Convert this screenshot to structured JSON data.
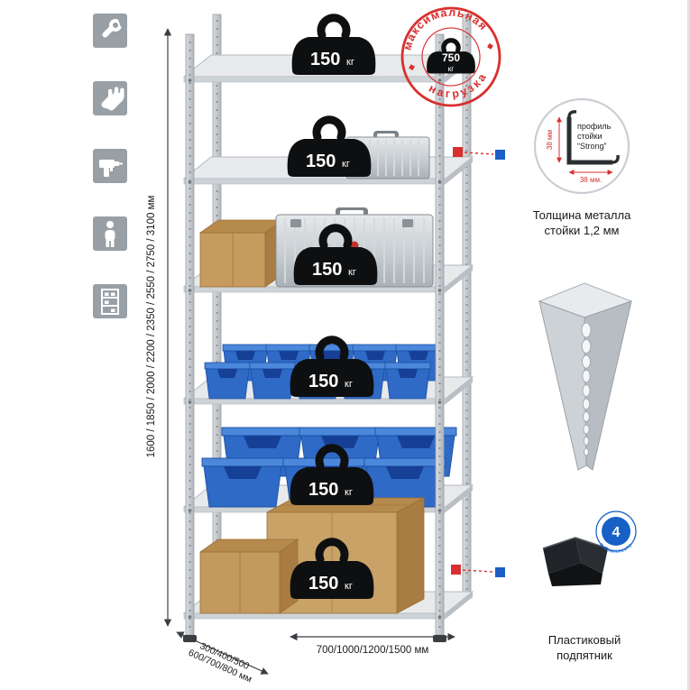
{
  "sidebar": {
    "icons": [
      {
        "name": "wrench-icon"
      },
      {
        "name": "gloves-icon"
      },
      {
        "name": "drill-icon"
      },
      {
        "name": "person-icon"
      },
      {
        "name": "rack-icon"
      }
    ]
  },
  "dimensions": {
    "height": "1600 / 1850 / 2000 / 2200 / 2350 / 2550 / 2750 / 3100 мм",
    "depth_line1": "300/400/500",
    "depth_line2": "600/700/800 мм",
    "width": "700/1000/1200/1500 мм"
  },
  "shelf_badge": {
    "value": "150",
    "unit": "кг"
  },
  "stamp": {
    "arc_top": "максимальная",
    "arc_bottom": "нагрузка",
    "value": "750",
    "unit": "кг"
  },
  "profile": {
    "line1": "профиль",
    "line2": "стойки",
    "line3": "“Strong”",
    "dim_v": "38 мм",
    "dim_h": "38 мм.",
    "caption1": "Толщина металла",
    "caption2": "стойки 1,2 мм"
  },
  "foot": {
    "badge_value": "4",
    "badge_arc": "в комплекте",
    "caption1": "Пластиковый",
    "caption2": "подпятник"
  },
  "colors": {
    "red": "#d8302f",
    "blue": "#1b5fc6",
    "icon_gray": "#98a0a6",
    "metal": "#c6cbcf"
  }
}
